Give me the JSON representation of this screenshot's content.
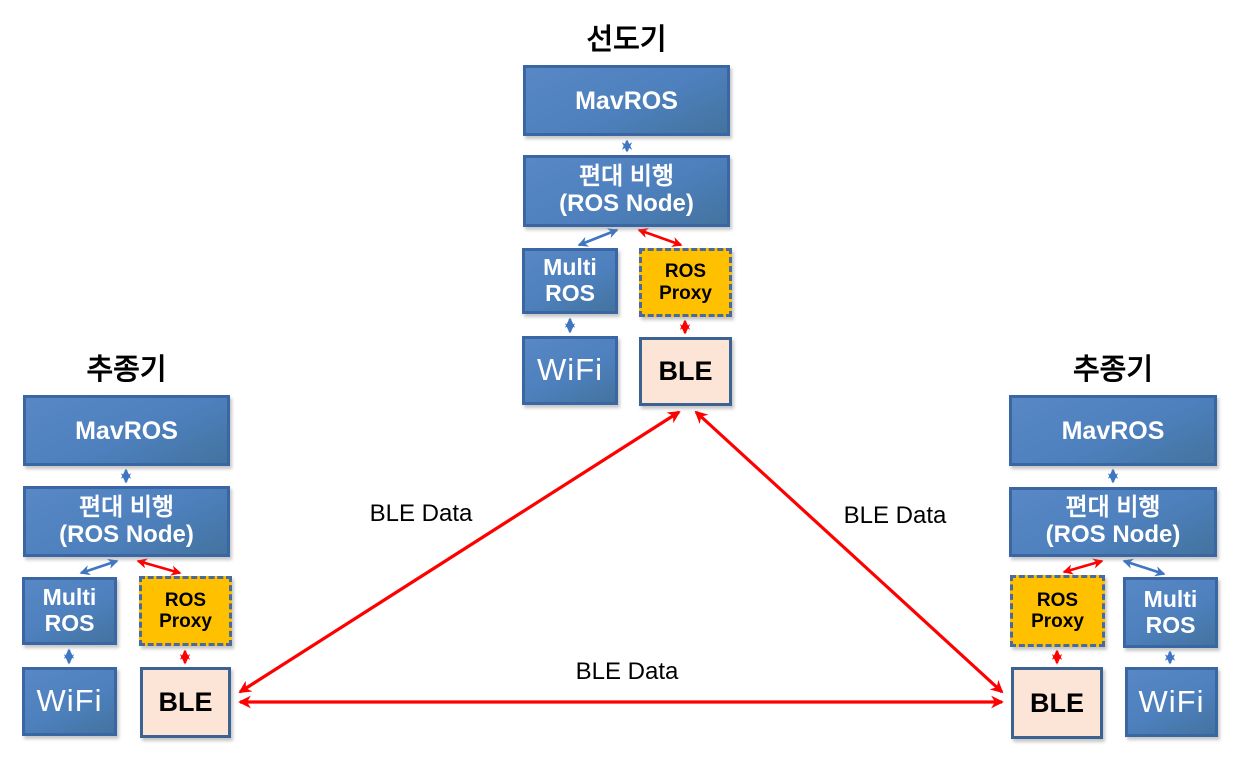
{
  "colors": {
    "box_blue_fill": "#4d80bd",
    "box_blue_border": "#3a67a3",
    "proxy_fill": "#ffc000",
    "proxy_border": "#4a6a9b",
    "ble_fill": "#fce4d6",
    "ble_border": "#3c6292",
    "arrow_red": "#fe0000",
    "arrow_blue": "#3f76c2",
    "box_text_light": "#ffffff",
    "box_text_dark": "#000000"
  },
  "units": [
    {
      "id": "leader",
      "title": "선도기",
      "boxes": {
        "mavros": "MavROS",
        "formation_line1": "편대 비행",
        "formation_line2": "(ROS Node)",
        "multi_line1": "Multi",
        "multi_line2": "ROS",
        "proxy_line1": "ROS",
        "proxy_line2": "Proxy",
        "wifi": "WiFi",
        "ble": "BLE"
      }
    },
    {
      "id": "follower-left",
      "title": "추종기",
      "boxes": {
        "mavros": "MavROS",
        "formation_line1": "편대 비행",
        "formation_line2": "(ROS Node)",
        "multi_line1": "Multi",
        "multi_line2": "ROS",
        "proxy_line1": "ROS",
        "proxy_line2": "Proxy",
        "wifi": "WiFi",
        "ble": "BLE"
      }
    },
    {
      "id": "follower-right",
      "title": "추종기",
      "boxes": {
        "mavros": "MavROS",
        "formation_line1": "편대 비행",
        "formation_line2": "(ROS Node)",
        "multi_line1": "Multi",
        "multi_line2": "ROS",
        "proxy_line1": "ROS",
        "proxy_line2": "Proxy",
        "wifi": "WiFi",
        "ble": "BLE"
      }
    }
  ],
  "links": {
    "ble_data_left": "BLE Data",
    "ble_data_right": "BLE Data",
    "ble_data_bottom": "BLE Data"
  }
}
